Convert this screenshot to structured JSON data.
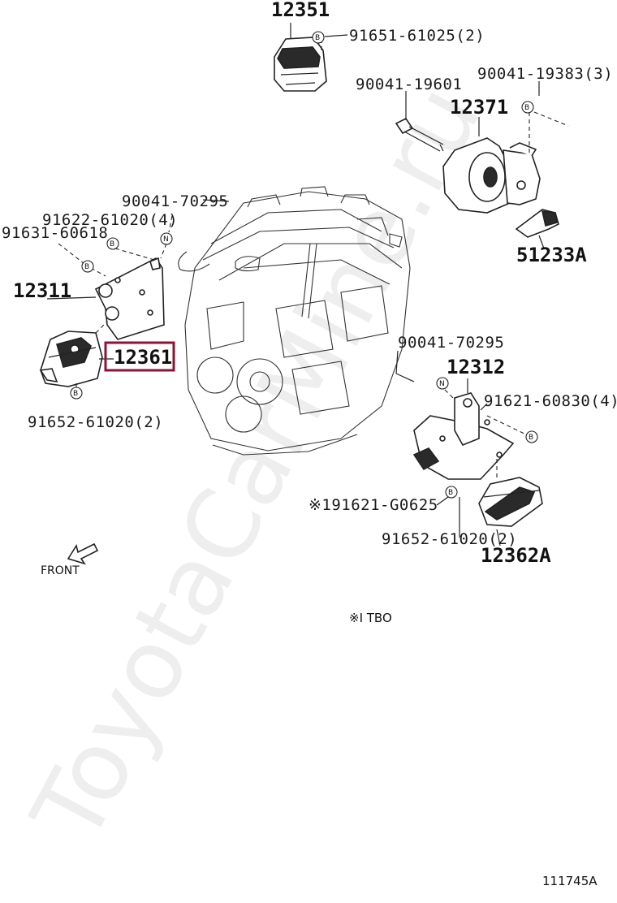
{
  "watermark": "ToyotaCarMine.ru",
  "labels": {
    "p12351": "12351",
    "p91651": "91651-61025(2)",
    "p90041_19601": "90041-19601",
    "p90041_19383": "90041-19383(3)",
    "p12371": "12371",
    "p51233A": "51233A",
    "p90041_70295a": "90041-70295",
    "p91622": "91622-61020(4)",
    "p91631": "91631-60618",
    "p12311": "12311",
    "p12361": "12361",
    "p91652a": "91652-61020(2)",
    "p90041_70295b": "90041-70295",
    "p12312": "12312",
    "p91621_60830": "91621-60830(4)",
    "p91621_G0625": "※191621-G0625",
    "p91652b": "91652-61020(2)",
    "p12362A": "12362A",
    "front": "FRONT",
    "note": "※I TBO",
    "diagram_id": "111745A"
  },
  "marks": {
    "b": "B",
    "n": "N"
  },
  "highlight": {
    "part": "12361",
    "color": "#8a1538"
  }
}
